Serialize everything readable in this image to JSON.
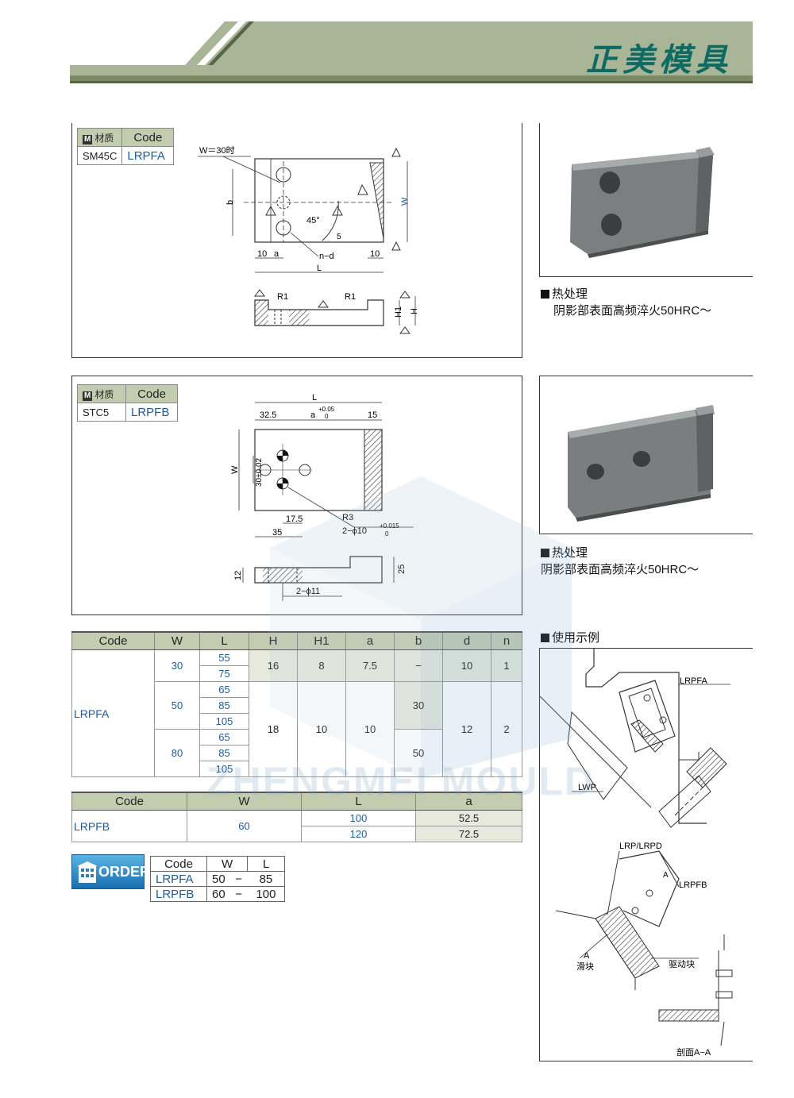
{
  "header": {
    "brand": "正美模具"
  },
  "panel_a": {
    "material_label": "材质",
    "code_header": "Code",
    "material": "SM45C",
    "code": "LRPFA",
    "drawing_labels": {
      "w30": "W＝30时",
      "b": "b",
      "w": "W",
      "angle": "45°",
      "five": "5",
      "ten_left": "10",
      "a": "a",
      "nd": "n−d",
      "ten_right": "10",
      "l": "L",
      "r1_left": "R1",
      "r1_right": "R1",
      "h1": "H1",
      "h": "H"
    },
    "heat_title": "热处理",
    "heat_text": "阴影部表面高频淬火50HRC～"
  },
  "panel_b": {
    "material_label": "材质",
    "code_header": "Code",
    "material": "STC5",
    "code": "LRPFB",
    "drawing_labels": {
      "l": "L",
      "d325": "32.5",
      "a": "a",
      "a_tol_up": "+0.05",
      "a_tol_low": "0",
      "d15": "15",
      "w": "W",
      "d30": "30±0.02",
      "r3": "R3",
      "d175": "17.5",
      "d35": "35",
      "phi10": "2−ϕ10",
      "phi10_tol_up": "+0.015",
      "phi10_tol_low": "0",
      "d12": "12",
      "d25": "25",
      "phi11": "2−ϕ11"
    },
    "heat_title": "热处理",
    "heat_text": "阴影部表面高频淬火50HRC～"
  },
  "usage": {
    "title": "使用示例",
    "labels": {
      "lrpfa": "LRPFA",
      "lwp": "LWP",
      "lrp_lrpd": "LRP/LRPD",
      "a_top": "A",
      "lrpfb": "LRPFB",
      "a_left": "A",
      "slider": "滑块",
      "driver": "驱动块",
      "section": "剖面A−A"
    }
  },
  "table_a": {
    "headers": [
      "Code",
      "W",
      "L",
      "H",
      "H1",
      "a",
      "b",
      "d",
      "n"
    ],
    "code": "LRPFA",
    "w": [
      "30",
      "50",
      "80"
    ],
    "l": [
      "55",
      "75",
      "65",
      "85",
      "105",
      "65",
      "85",
      "105"
    ],
    "h": [
      "16",
      "18"
    ],
    "h1": [
      "8",
      "10"
    ],
    "a": [
      "7.5",
      "10"
    ],
    "b": [
      "−",
      "30",
      "50"
    ],
    "d": [
      "10",
      "12"
    ],
    "n": [
      "1",
      "2"
    ]
  },
  "table_b": {
    "headers": [
      "Code",
      "W",
      "L",
      "a"
    ],
    "code": "LRPFB",
    "w": "60",
    "l": [
      "100",
      "120"
    ],
    "a": [
      "52.5",
      "72.5"
    ]
  },
  "order": {
    "badge": "ORDER",
    "headers": [
      "Code",
      "W",
      "L"
    ],
    "rows": [
      {
        "code": "LRPFA",
        "w": "50",
        "dash": "−",
        "l": "85"
      },
      {
        "code": "LRPFB",
        "w": "60",
        "dash": "−",
        "l": "100"
      }
    ]
  },
  "watermark": "ZHENGMEI MOULD"
}
